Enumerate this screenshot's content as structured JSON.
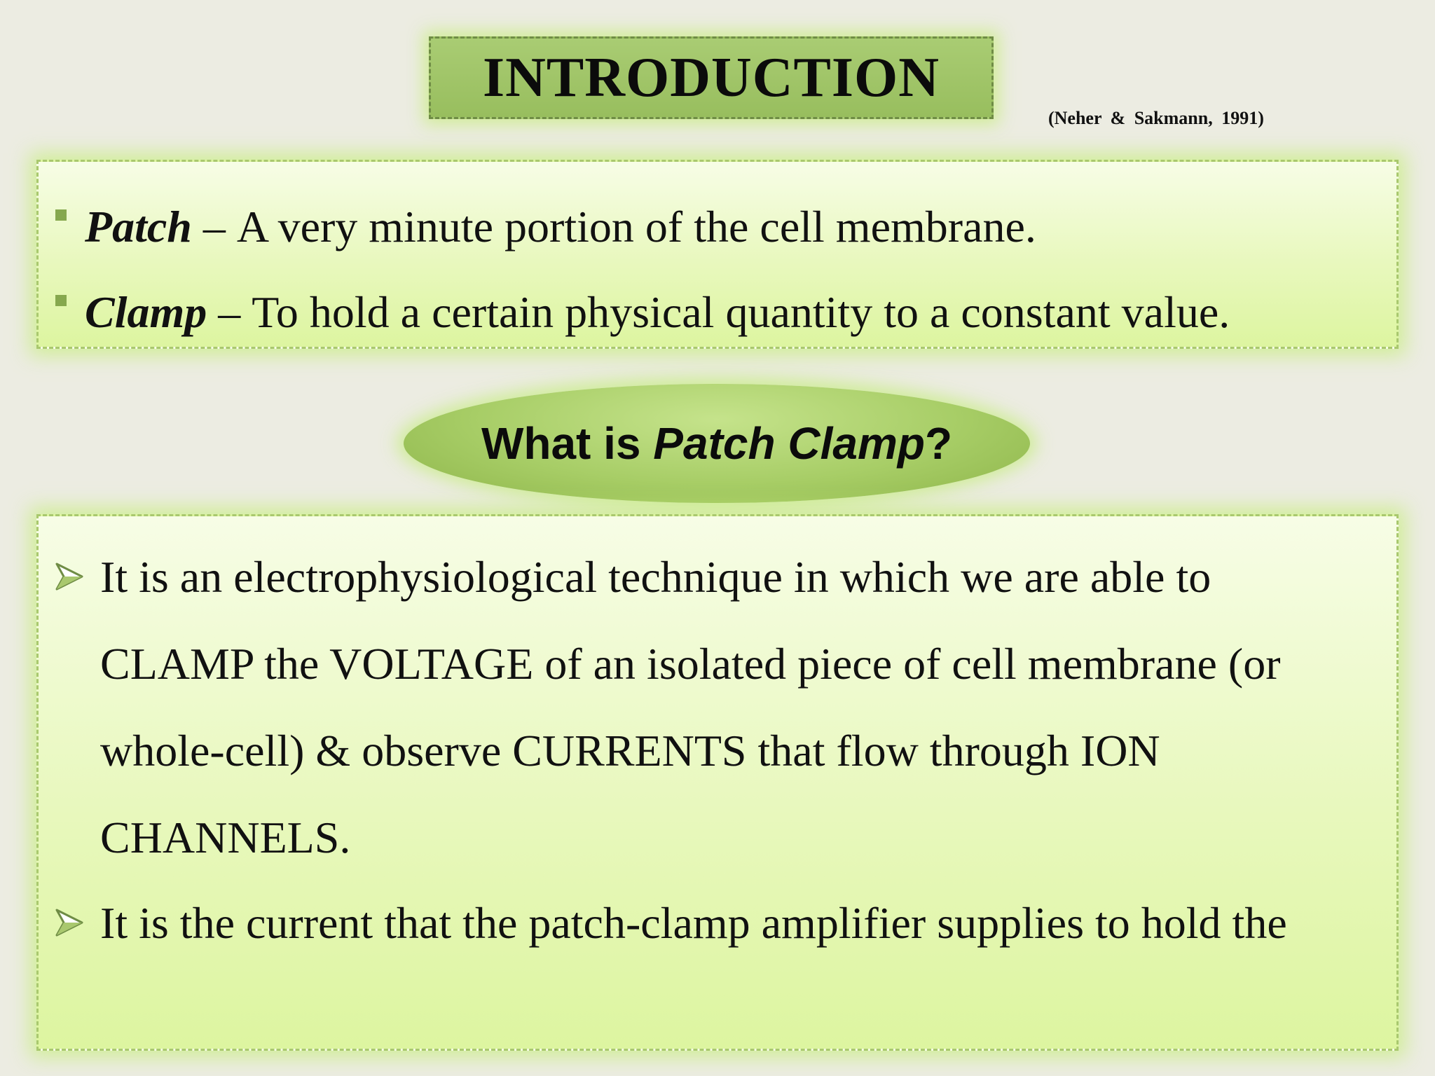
{
  "slide": {
    "title": "INTRODUCTION",
    "citation": "(Neher & Sakmann, 1991)"
  },
  "definitions": [
    {
      "term": "Patch",
      "sep": " – ",
      "text": "A very minute portion of the cell membrane."
    },
    {
      "term": "Clamp",
      "sep": " – ",
      "text": "To hold a certain physical quantity to a constant value."
    }
  ],
  "question": {
    "prefix": "What is ",
    "emphasis": "Patch Clamp",
    "suffix": "?"
  },
  "body_lines": [
    "It is an electrophysiological technique in which we are able to",
    "CLAMP the VOLTAGE of an isolated piece of cell membrane (or",
    "whole-cell) & observe CURRENTS that flow through ION",
    "CHANNELS.",
    "It is the current that the patch-clamp amplifier supplies to hold the"
  ],
  "icons": {
    "definition_bullet": "square-bullet-icon",
    "body_bullet": "arrow-bullet-icon"
  },
  "colors": {
    "accent_green": "#98be5e",
    "panel_green": "#e8f8bd",
    "bullet_green": "#86a84e"
  }
}
